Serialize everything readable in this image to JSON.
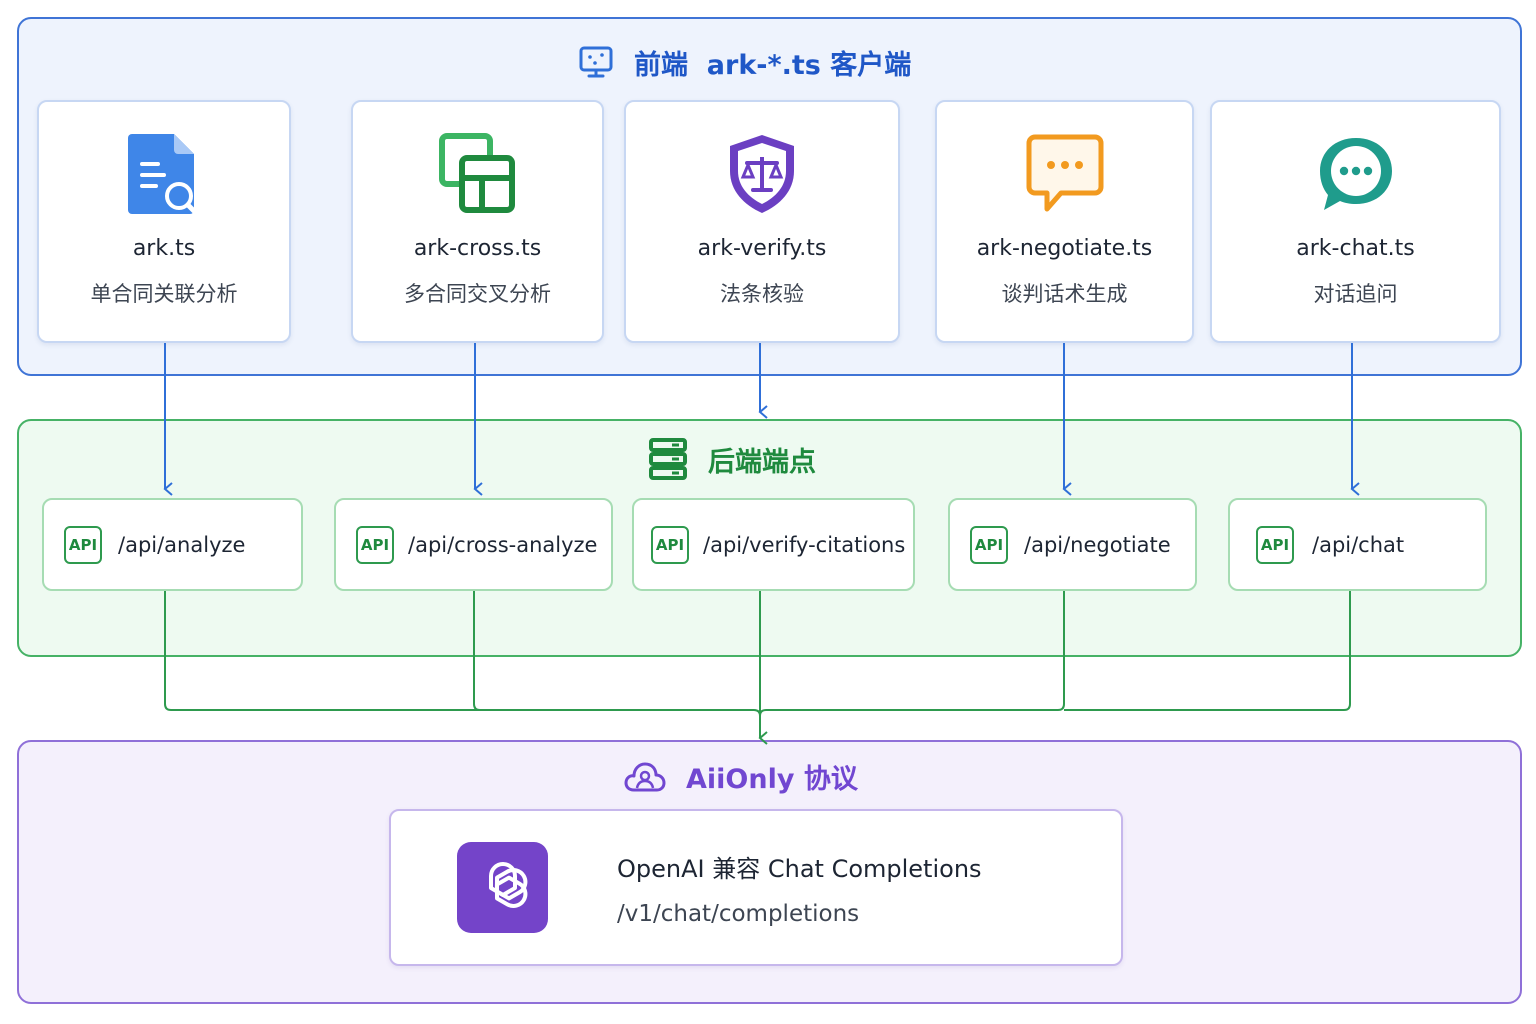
{
  "frontend": {
    "title": "前端  ark-*.ts 客户端",
    "icon": "monitor-icon",
    "clients": [
      {
        "name": "ark.ts",
        "desc": "单合同关联分析",
        "icon": "document-search-icon",
        "color": "#3f86e8"
      },
      {
        "name": "ark-cross.ts",
        "desc": "多合同交叉分析",
        "icon": "overlapping-squares-icon",
        "color": "#2e9a4e"
      },
      {
        "name": "ark-verify.ts",
        "desc": "法条核验",
        "icon": "shield-scale-icon",
        "color": "#7444c9"
      },
      {
        "name": "ark-negotiate.ts",
        "desc": "谈判话术生成",
        "icon": "speech-bubble-icon",
        "color": "#f29a1f"
      },
      {
        "name": "ark-chat.ts",
        "desc": "对话追问",
        "icon": "chat-bubble-icon",
        "color": "#1f9c8c"
      }
    ]
  },
  "backend": {
    "title": "后端端点",
    "icon": "server-icon",
    "badge": "API",
    "endpoints": [
      {
        "path": "/api/analyze"
      },
      {
        "path": "/api/cross-analyze"
      },
      {
        "path": "/api/verify-citations"
      },
      {
        "path": "/api/negotiate"
      },
      {
        "path": "/api/chat"
      }
    ]
  },
  "protocol": {
    "title": "AiiOnly 协议",
    "icon": "cloud-people-icon",
    "target": {
      "name": "OpenAI 兼容 Chat Completions",
      "path": "/v1/chat/completions",
      "icon": "openai-logo-icon"
    }
  },
  "colors": {
    "frontend_accent": "#1f57c7",
    "backend_accent": "#1f8a3e",
    "protocol_accent": "#7147d1"
  }
}
